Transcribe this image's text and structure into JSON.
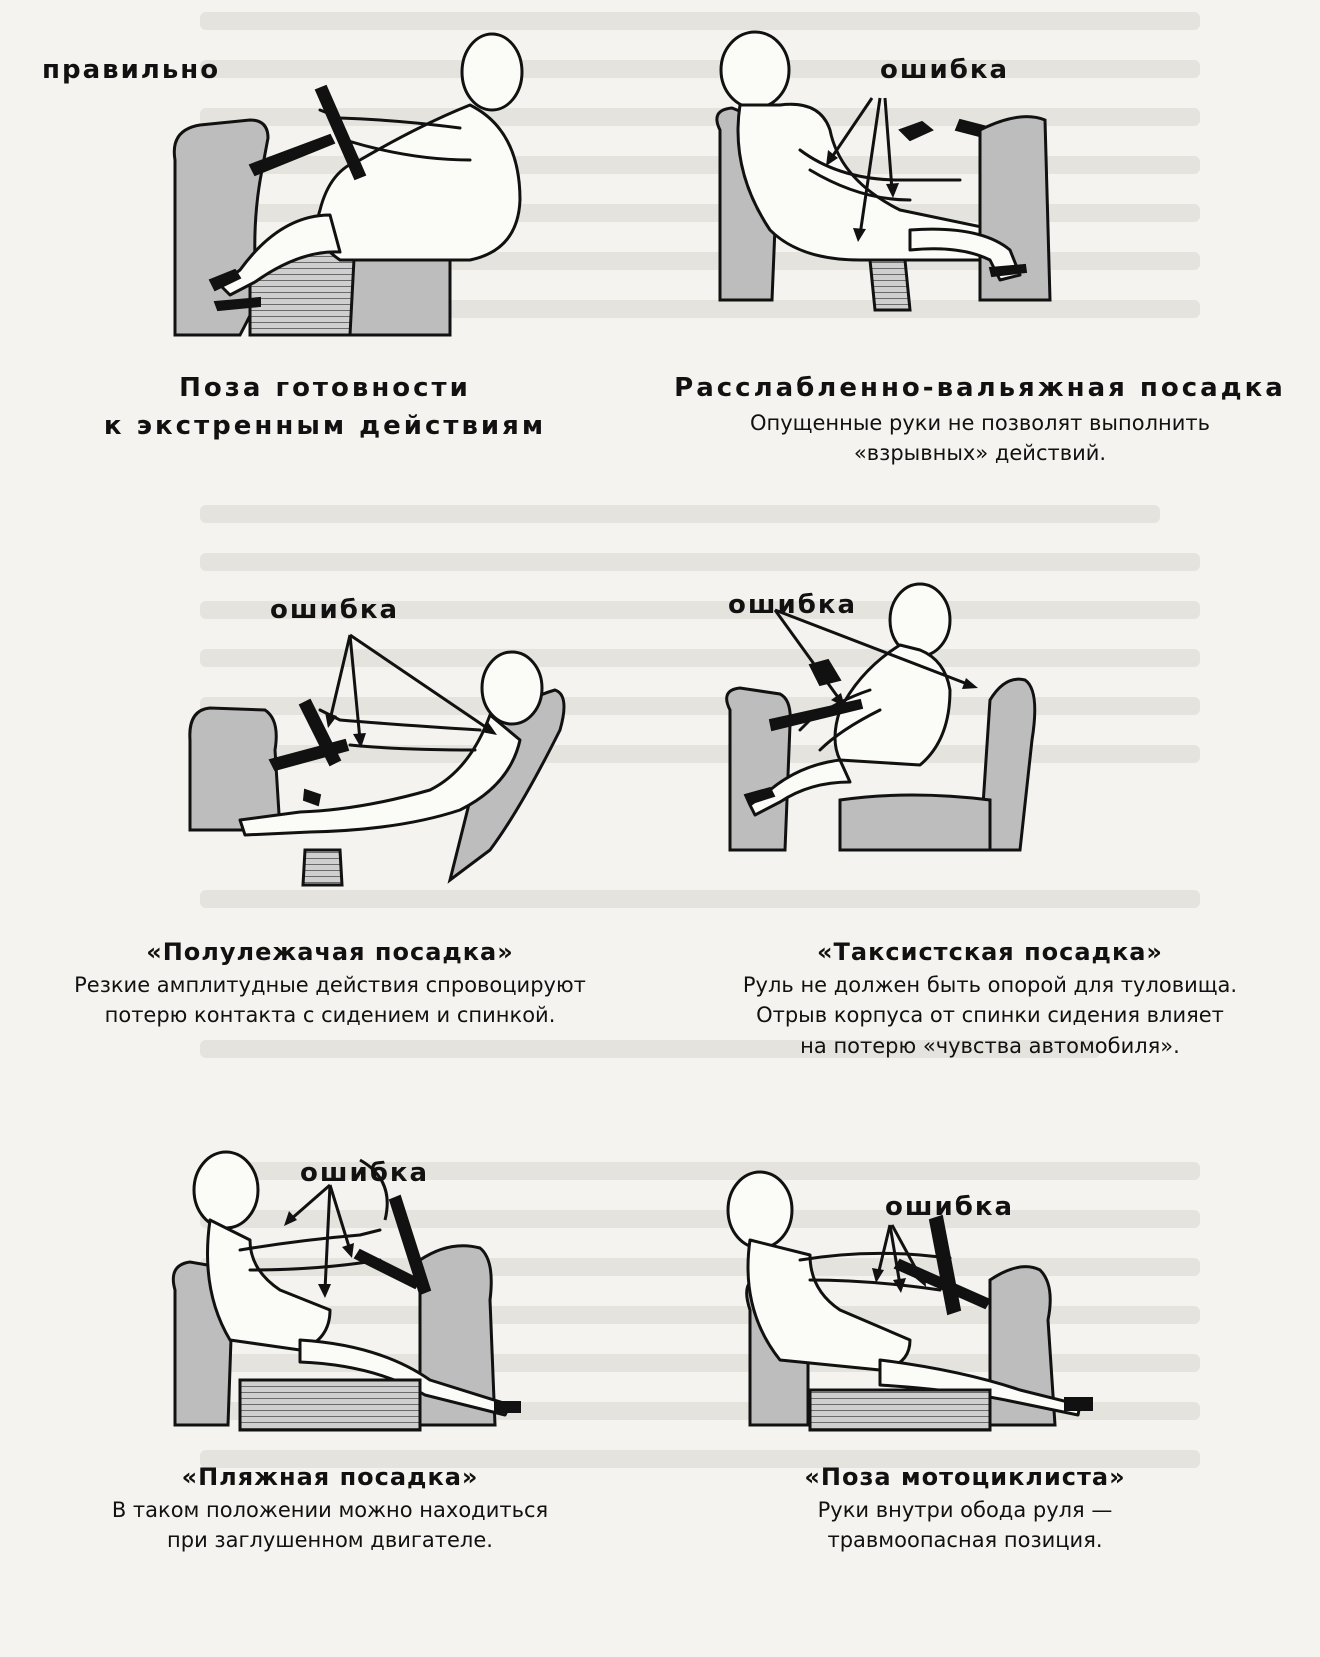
{
  "panels": [
    {
      "marker": "правильно",
      "title_lines": [
        "Поза готовности",
        "к экстренным действиям"
      ],
      "desc_lines": []
    },
    {
      "marker": "ошибка",
      "title_lines": [
        "Расслабленно-вальяжная посадка"
      ],
      "desc_lines": [
        "Опущенные руки не позволят выполнить",
        "«взрывных» действий."
      ]
    },
    {
      "marker": "ошибка",
      "title_lines": [
        "«Полулежачая посадка»"
      ],
      "desc_lines": [
        "Резкие амплитудные действия спровоцируют",
        "потерю контакта с сидением и спинкой."
      ]
    },
    {
      "marker": "ошибка",
      "title_lines": [
        "«Таксистская посадка»"
      ],
      "desc_lines": [
        "Руль не должен быть опорой для туловища.",
        "Отрыв корпуса от спинки сидения влияет",
        "на потерю «чувства автомобиля»."
      ]
    },
    {
      "marker": "ошибка",
      "title_lines": [
        "«Пляжная посадка»"
      ],
      "desc_lines": [
        "В таком положении можно находиться",
        "при заглушенном двигателе."
      ]
    },
    {
      "marker": "ошибка",
      "title_lines": [
        "«Поза мотоциклиста»"
      ],
      "desc_lines": [
        "Руки внутри обода руля —",
        "травмоопасная позиция."
      ]
    }
  ]
}
